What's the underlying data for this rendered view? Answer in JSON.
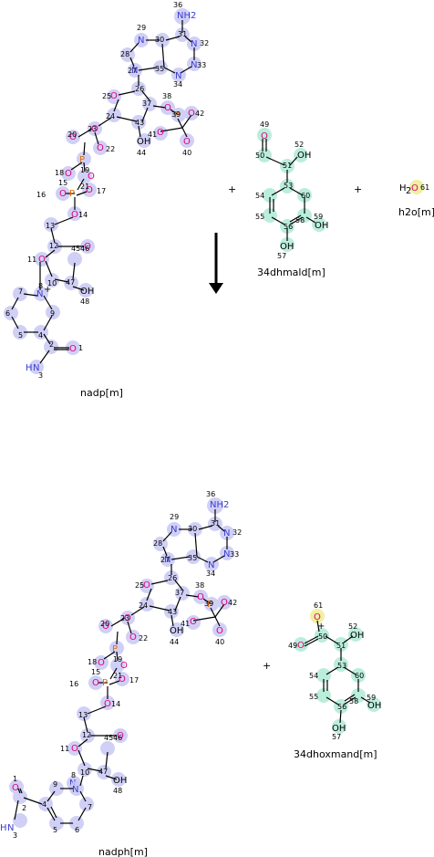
{
  "reaction": {
    "reactants": [
      "nadp[m]",
      "34dhmald[m]",
      "h2o[m]"
    ],
    "products": [
      "nadph[m]",
      "34dhoxmand[m]"
    ],
    "plus": "+"
  },
  "atom_labels": {
    "n36": "36",
    "nh2": "NH2",
    "n29": "29",
    "n30": "30",
    "n31": "31",
    "n32": "32",
    "n28": "28",
    "n33": "33",
    "n27": "27",
    "n35": "35",
    "n34": "34",
    "n26": "26",
    "n25": "25",
    "n37": "37",
    "n38": "38",
    "n24": "24",
    "n43": "43",
    "n39": "39",
    "n42": "42",
    "n23": "23",
    "n41": "41",
    "n44": "44",
    "n40": "40",
    "n20": "20",
    "n22": "22",
    "n19": "19",
    "n18": "18",
    "n15": "15",
    "n21": "21",
    "n16": "16",
    "n17": "17",
    "n14": "14",
    "n13": "13",
    "n12": "12",
    "n45": "45",
    "n46": "46",
    "n11": "11",
    "n10": "10",
    "n47": "47",
    "n8": "8",
    "n7": "7",
    "n48": "48",
    "n6": "6",
    "n9": "9",
    "n5": "5",
    "n4": "4",
    "n2": "2",
    "n1": "1",
    "n3": "3",
    "n49": "49",
    "n50": "50",
    "n51": "51",
    "n52": "52",
    "n53": "53",
    "n54": "54",
    "n60": "60",
    "n55": "55",
    "n56": "56",
    "n58": "58",
    "n59": "59",
    "n57": "57",
    "n61": "61"
  },
  "colors": {
    "nadp_highlight": "#c8c8f5",
    "aldehyde_highlight": "#b4ecd8",
    "water_highlight": "#f0f0a0",
    "oxygen": "#e0007a",
    "nitrogen": "#3c3cd2",
    "phosphorus": "#e07000"
  }
}
